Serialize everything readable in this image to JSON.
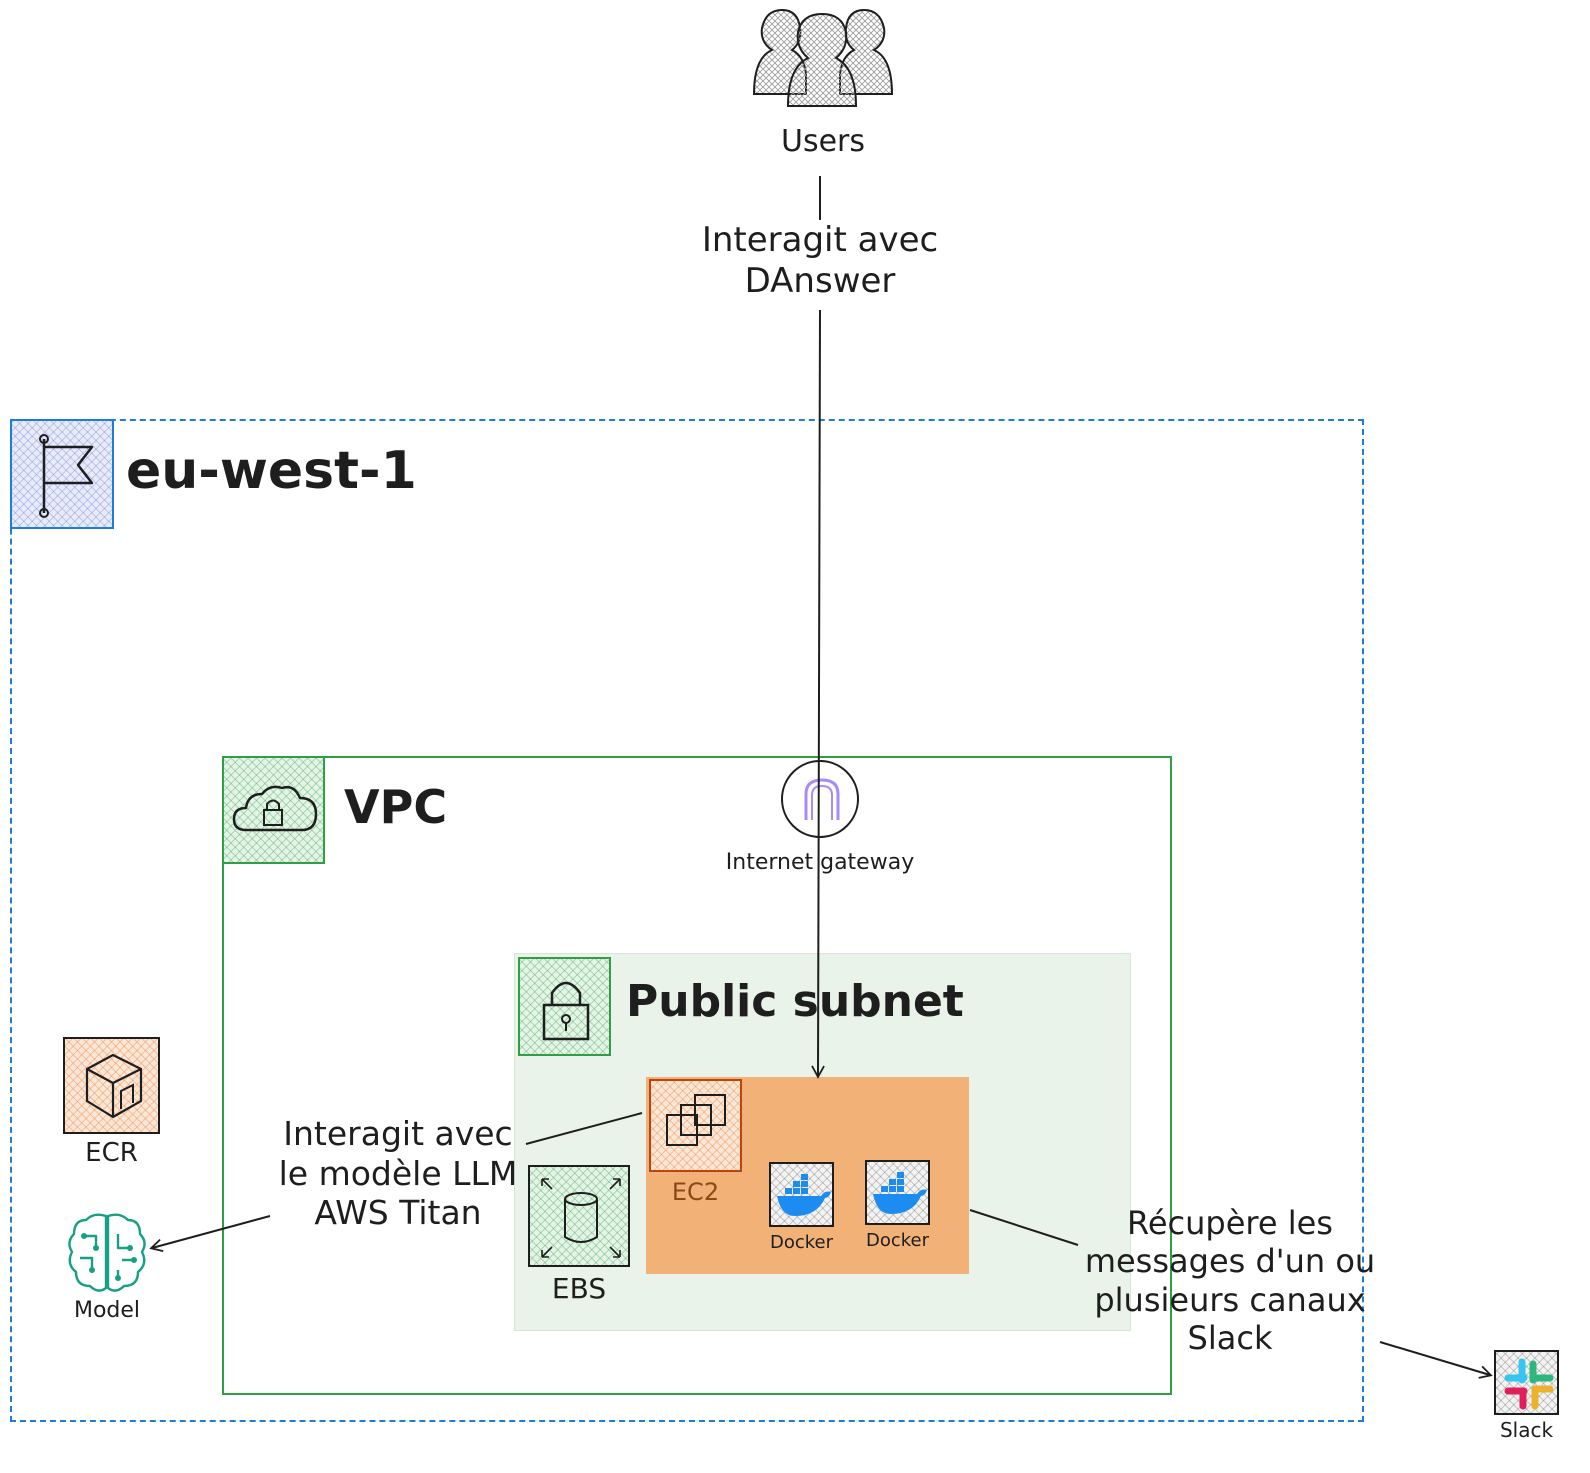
{
  "users": {
    "label": "Users"
  },
  "edges": {
    "users_to_gateway": "Interagit avec\nDAnswer",
    "ec2_to_model": "Interagit avec\nle modèle LLM\nAWS Titan",
    "ec2_to_slack": "Récupère les\nmessages d'un ou\nplusieurs canaux\nSlack"
  },
  "region": {
    "label": "eu-west-1",
    "icon": "flag-icon",
    "color": "#1c7ed6"
  },
  "vpc": {
    "label": "VPC",
    "icon": "cloud-lock-icon",
    "color": "#2f9e44"
  },
  "gateway": {
    "label": "Internet gateway",
    "icon": "gateway-icon"
  },
  "subnet": {
    "label": "Public subnet",
    "icon": "padlock-icon",
    "fill": "#e9f3ea"
  },
  "ec2": {
    "label": "EC2",
    "icon": "ec2-instances-icon",
    "fill": "#f2b177"
  },
  "containers": [
    {
      "label": "Docker",
      "icon": "docker-whale-icon"
    },
    {
      "label": "Docker",
      "icon": "docker-whale-icon"
    }
  ],
  "ebs": {
    "label": "EBS",
    "icon": "storage-cylinder-icon"
  },
  "ecr": {
    "label": "ECR",
    "icon": "ecr-cube-icon"
  },
  "model": {
    "label": "Model",
    "icon": "brain-circuit-icon"
  },
  "slack": {
    "label": "Slack",
    "icon": "slack-logo-icon"
  }
}
